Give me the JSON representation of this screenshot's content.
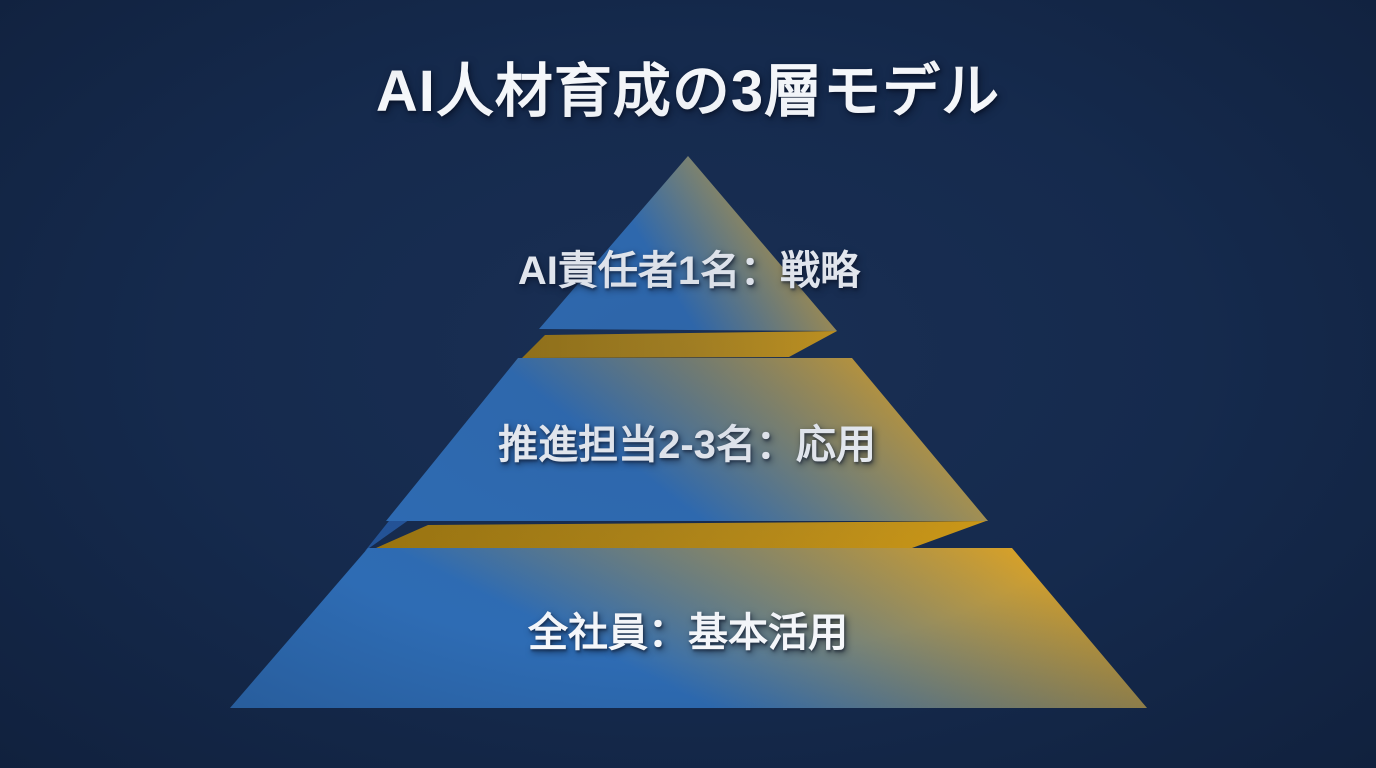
{
  "title": "AI人材育成の3層モデル",
  "pyramid": {
    "levels": [
      {
        "id": "top",
        "label": "AI責任者1名：戦略"
      },
      {
        "id": "middle",
        "label": "推進担当2-3名：応用"
      },
      {
        "id": "bottom",
        "label": "全社員：基本活用"
      }
    ]
  },
  "colors": {
    "background": "#152a4d",
    "face_blue": "#2e6cb4",
    "face_gold": "#e3a51f",
    "lip_dark": "#9c750e",
    "lip_light": "#d09a15",
    "wedge_blue": "#235397",
    "text_color": "#f6f8fb"
  }
}
